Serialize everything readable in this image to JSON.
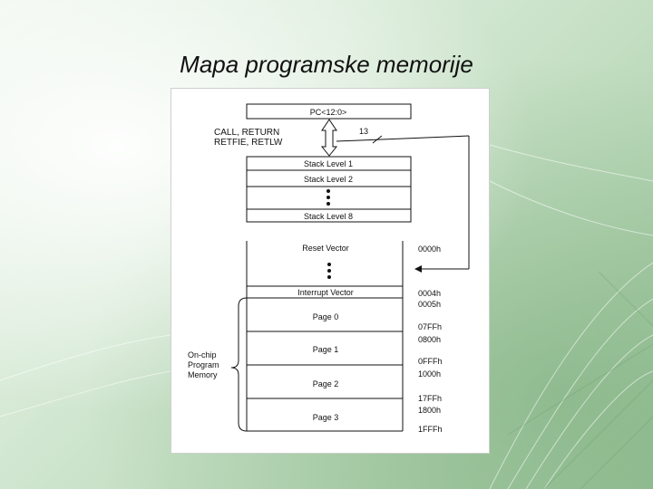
{
  "slide": {
    "title": "Mapa programske memorije"
  },
  "diagram": {
    "pc_label": "PC<12:0>",
    "call_return_line1": "CALL, RETURN",
    "call_return_line2": "RETFIE, RETLW",
    "bus_width": "13",
    "stack_levels": [
      "Stack Level 1",
      "Stack Level 2",
      "Stack Level 8"
    ],
    "memory_blocks": [
      "Reset Vector",
      "Interrupt Vector",
      "Page 0",
      "Page 1",
      "Page 2",
      "Page 3"
    ],
    "on_chip_label": [
      "On-chip",
      "Program",
      "Memory"
    ],
    "addresses": [
      "0000h",
      "0004h",
      "0005h",
      "07FFh",
      "0800h",
      "0FFFh",
      "1000h",
      "17FFh",
      "1800h",
      "1FFFh"
    ],
    "colors": {
      "line": "#111111",
      "background": "#ffffff"
    }
  }
}
